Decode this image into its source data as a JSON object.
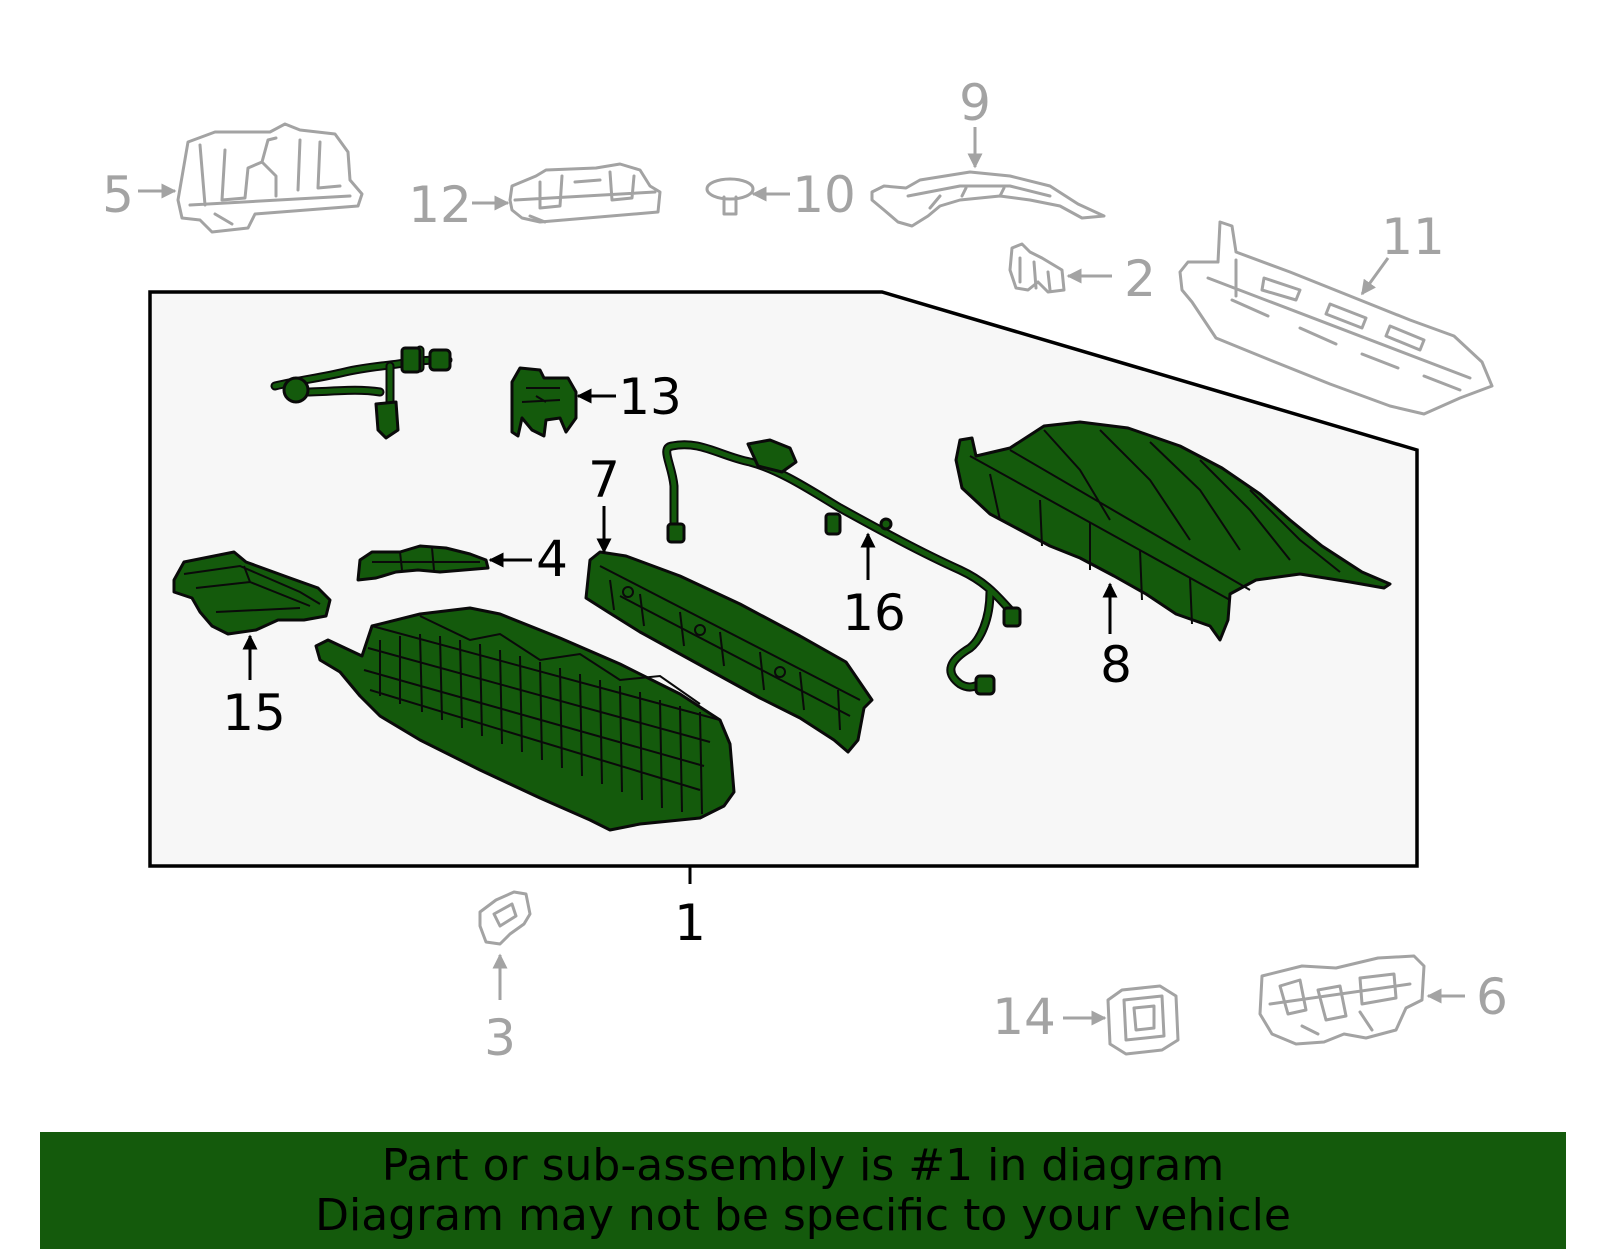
{
  "colors": {
    "highlight": "#145a0c",
    "ghost": "#a3a3a3",
    "outline": "#0a0a0a",
    "panel": "#f7f7f7"
  },
  "callouts": {
    "c1": "1",
    "c2": "2",
    "c3": "3",
    "c4": "4",
    "c5": "5",
    "c6": "6",
    "c7": "7",
    "c8": "8",
    "c9": "9",
    "c10": "10",
    "c11": "11",
    "c12": "12",
    "c13": "13",
    "c14": "14",
    "c15": "15",
    "c16": "16"
  },
  "banner": {
    "line1": "Part or sub-assembly is #1 in diagram",
    "line2": "Diagram may not be specific to your vehicle"
  }
}
